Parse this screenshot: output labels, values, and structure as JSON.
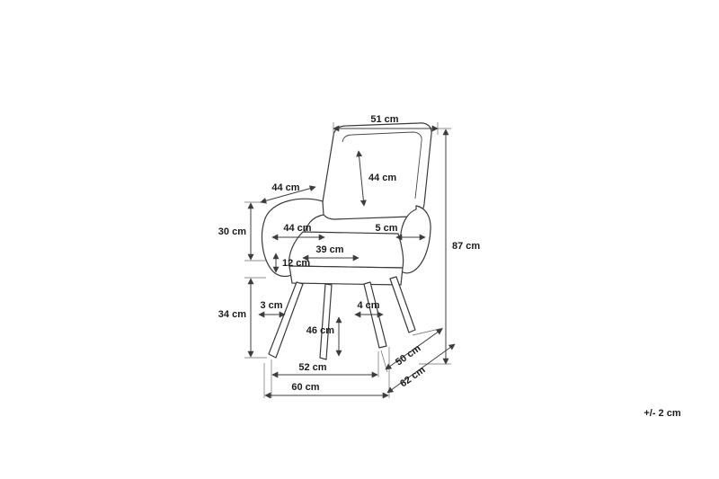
{
  "diagram": {
    "type": "product-dimension-diagram",
    "subject": "armchair",
    "unit": "cm",
    "tolerance_note": "+/- 2 cm",
    "line_color": "#3a3a3a",
    "background_color": "#ffffff",
    "dimensions": {
      "backrest_top_width": "51 cm",
      "backrest_height": "44 cm",
      "armrest_to_backrest": "44 cm",
      "armrest_height": "30 cm",
      "seat_inner_width": "44 cm",
      "armrest_thickness": "5 cm",
      "seat_depth": "39 cm",
      "seat_front_thickness": "12 cm",
      "total_height": "87 cm",
      "leg_height": "34 cm",
      "front_leg_thickness": "3 cm",
      "rear_leg_thickness": "4 cm",
      "under_seat_clearance": "46 cm",
      "front_leg_span": "52 cm",
      "side_leg_span": "50 cm",
      "total_width": "60 cm",
      "total_depth": "62 cm"
    }
  }
}
